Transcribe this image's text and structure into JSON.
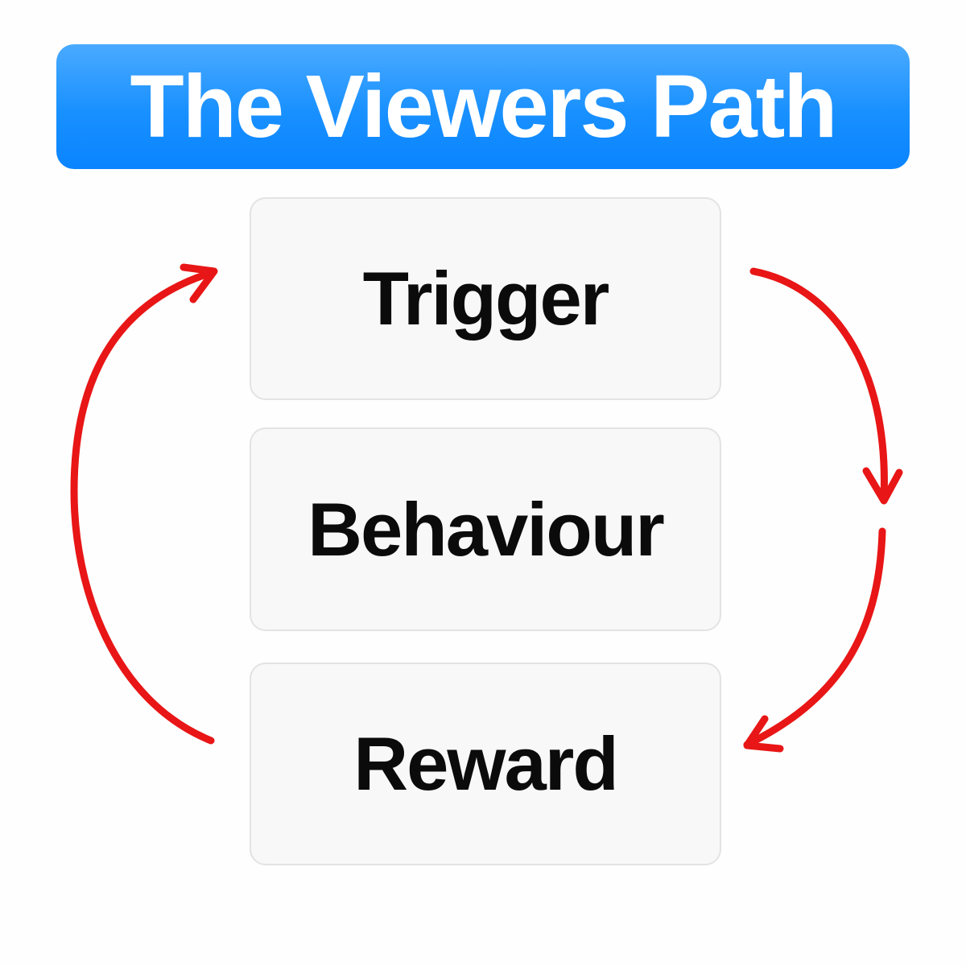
{
  "title": "The Viewers Path",
  "stages": [
    {
      "label": "Trigger"
    },
    {
      "label": "Behaviour"
    },
    {
      "label": "Reward"
    }
  ],
  "colors": {
    "banner_top": "#4aaaff",
    "banner_bottom": "#0a84ff",
    "arrow": "#e81616",
    "card_background": "#f8f8f8",
    "card_border": "#e3e3e3",
    "label_text": "#0b0b0b",
    "title_text": "#ffffff"
  },
  "arrows": [
    {
      "from": "Trigger",
      "to": "Behaviour",
      "side": "right"
    },
    {
      "from": "Behaviour",
      "to": "Reward",
      "side": "right"
    },
    {
      "from": "Reward",
      "to": "Trigger",
      "side": "left"
    }
  ]
}
